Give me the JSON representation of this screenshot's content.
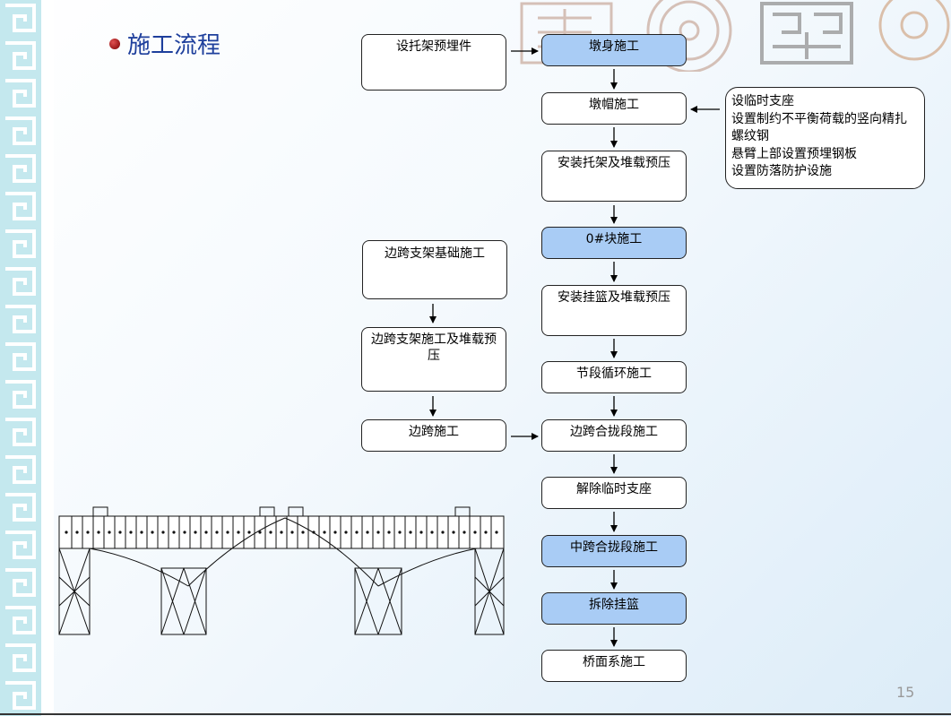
{
  "title": "施工流程",
  "page_number": "15",
  "main_flow": [
    {
      "label": "墩身施工",
      "highlight": true
    },
    {
      "label": "墩帽施工",
      "highlight": false
    },
    {
      "label": "安装托架及堆载预压",
      "highlight": false
    },
    {
      "label": "0#块施工",
      "highlight": true
    },
    {
      "label": "安装挂篮及堆载预压",
      "highlight": false
    },
    {
      "label": "节段循环施工",
      "highlight": false
    },
    {
      "label": "边跨合拢段施工",
      "highlight": false
    },
    {
      "label": "解除临时支座",
      "highlight": false
    },
    {
      "label": "中跨合拢段施工",
      "highlight": true
    },
    {
      "label": "拆除挂篮",
      "highlight": true
    },
    {
      "label": "桥面系施工",
      "highlight": false
    }
  ],
  "side_flow": [
    {
      "label": "设托架预埋件"
    },
    {
      "label": "边跨支架基础施工"
    },
    {
      "label": "边跨支架施工及堆载预压"
    },
    {
      "label": "边跨施工"
    }
  ],
  "note_lines": [
    "设临时支座",
    "设置制约不平衡荷载的竖向精扎",
    "螺纹钢",
    "悬臂上部设置预埋钢板",
    "设置防落防护设施"
  ],
  "colors": {
    "highlight_box": "#a9ccf5",
    "title": "#1e3f9c",
    "border_pattern": "#8fd0dc"
  }
}
